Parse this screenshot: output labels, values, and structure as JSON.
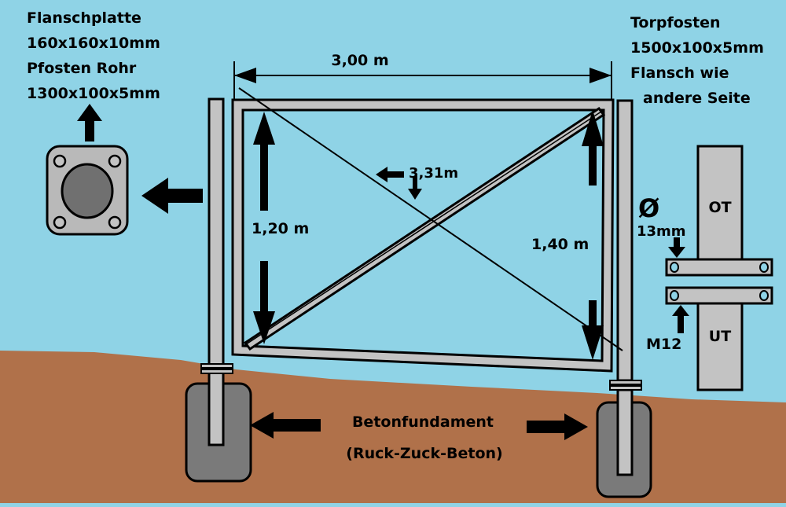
{
  "colors": {
    "sky": "#8fd3e6",
    "ground": "#b0714a",
    "frame_fill": "#c3c3c3",
    "outline": "#000000",
    "concrete": "#7a7a7a",
    "plate": "#b9b9b9",
    "pipe": "#707070"
  },
  "labels": {
    "left_spec": [
      "Flanschplatte",
      "160x160x10mm",
      "Pfosten Rohr",
      "1300x100x5mm"
    ],
    "right_spec": [
      "Torpfosten",
      "1500x100x5mm",
      "Flansch wie",
      "andere Seite"
    ],
    "width": "3,00 m",
    "diagonal": "3,31m",
    "height_left": "1,20 m",
    "height_right": "1,40 m",
    "bolt_diameter_symbol": "Ø",
    "bolt_diameter": "13mm",
    "upper_part": "OT",
    "lower_part": "UT",
    "bolt": "M12",
    "foundation_title": "Betonfundament",
    "foundation_subtitle": "(Ruck-Zuck-Beton)"
  }
}
